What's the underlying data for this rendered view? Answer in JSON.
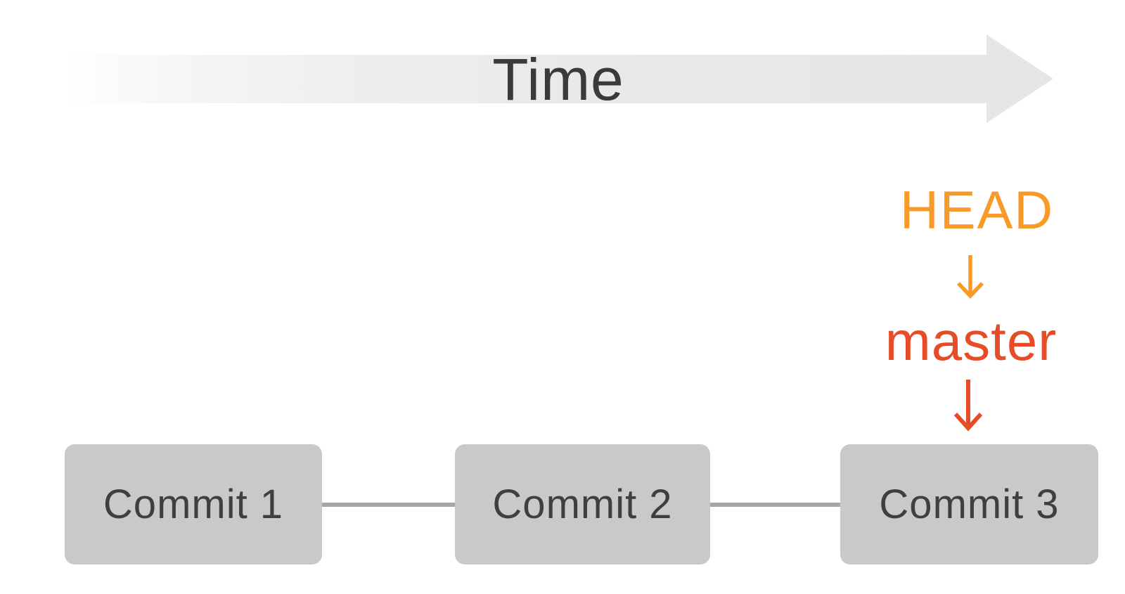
{
  "diagram": {
    "time_axis": {
      "label": "Time"
    },
    "pointers": {
      "head": {
        "label": "HEAD"
      },
      "branch": {
        "label": "master"
      }
    },
    "commits": [
      {
        "label": "Commit 1"
      },
      {
        "label": "Commit 2"
      },
      {
        "label": "Commit 3"
      }
    ]
  },
  "colors": {
    "time-arrow": "#e6e6e6",
    "time-text": "#3a3a3a",
    "head-orange": "#f79a28",
    "branch-red": "#e74c28",
    "commit-box": "#c9c9c9",
    "commit-text": "#3f3f3f",
    "connector": "#a6a6a6",
    "background": "#ffffff"
  }
}
